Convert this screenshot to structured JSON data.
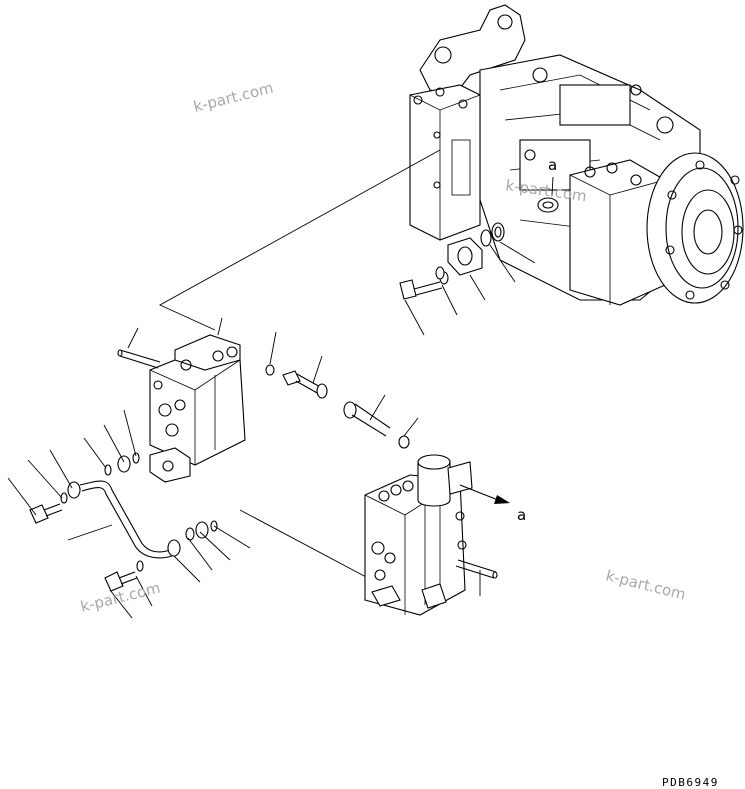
{
  "diagram": {
    "ref_label_top": "a",
    "ref_label_right": "a",
    "watermarks": [
      "k-part.com",
      "k-part.com",
      "k-part.com",
      "k-part.com"
    ],
    "drawing_code": "PDB6949"
  }
}
